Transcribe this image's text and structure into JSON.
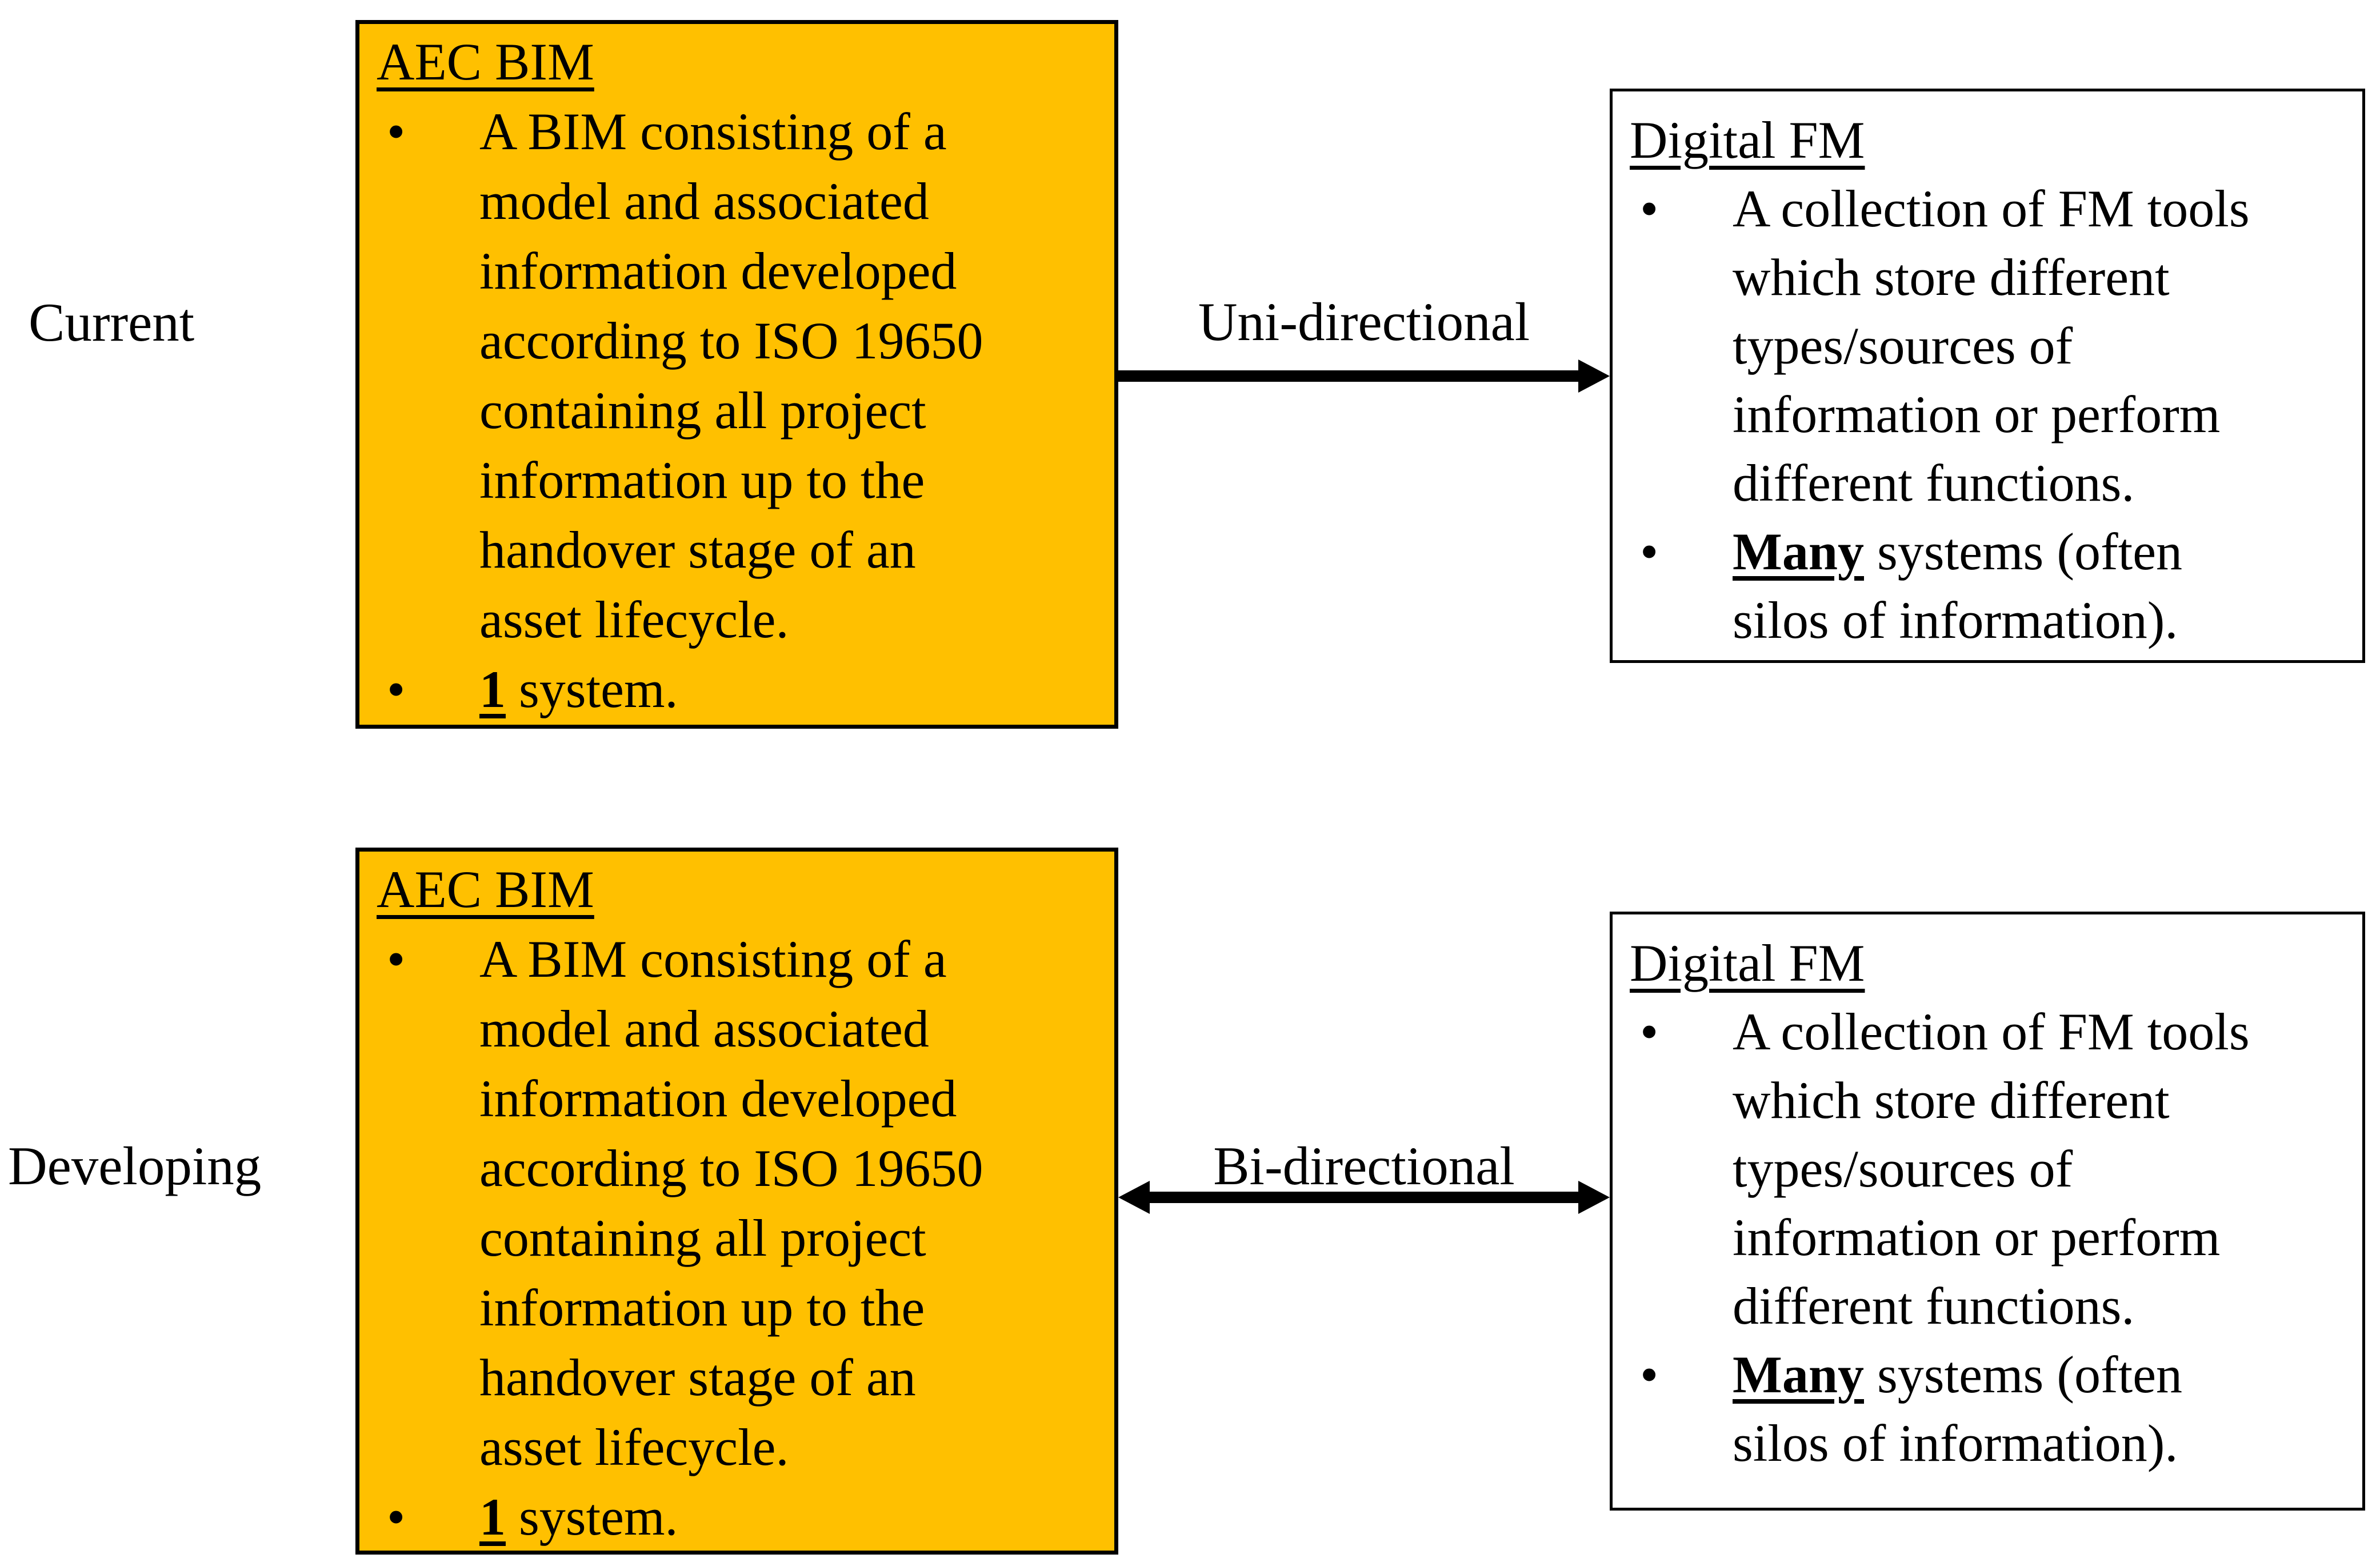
{
  "figure": {
    "colors": {
      "aec_box_fill": "#FFC000",
      "box_border": "#000000",
      "arrow": "#000000",
      "background": "#FFFFFF"
    },
    "rows": [
      {
        "stage_label": "Current",
        "arrow_label": "Uni-directional",
        "arrow_direction": "uni-directional-right",
        "aec_box": {
          "title": "AEC BIM",
          "bullet_glyph": "•",
          "bullet1_text": "A BIM consisting of a\nmodel and associated\ninformation developed\naccording to ISO 19650\ncontaining all project\ninformation up to the\nhandover stage of an\nasset lifecycle.",
          "bullet2_emphasis": "1",
          "bullet2_text": " system."
        },
        "fm_box": {
          "title": "Digital FM",
          "bullet_glyph": "•",
          "bullet1_text": "A collection of FM tools\nwhich store different\ntypes/sources of\ninformation or perform\ndifferent functions.",
          "bullet2_emphasis": "Many",
          "bullet2_text": " systems (often\nsilos of information)."
        }
      },
      {
        "stage_label": "Developing",
        "arrow_label": "Bi-directional",
        "arrow_direction": "bi-directional",
        "aec_box": {
          "title": "AEC BIM",
          "bullet_glyph": "•",
          "bullet1_text": "A BIM consisting of a\nmodel and associated\ninformation developed\naccording to ISO 19650\ncontaining all project\ninformation up to the\nhandover stage of an\nasset lifecycle.",
          "bullet2_emphasis": "1",
          "bullet2_text": " system."
        },
        "fm_box": {
          "title": "Digital FM",
          "bullet_glyph": "•",
          "bullet1_text": "A collection of FM tools\nwhich store different\ntypes/sources of\ninformation or perform\ndifferent functions.",
          "bullet2_emphasis": "Many",
          "bullet2_text": " systems (often\nsilos of information)."
        }
      }
    ]
  }
}
